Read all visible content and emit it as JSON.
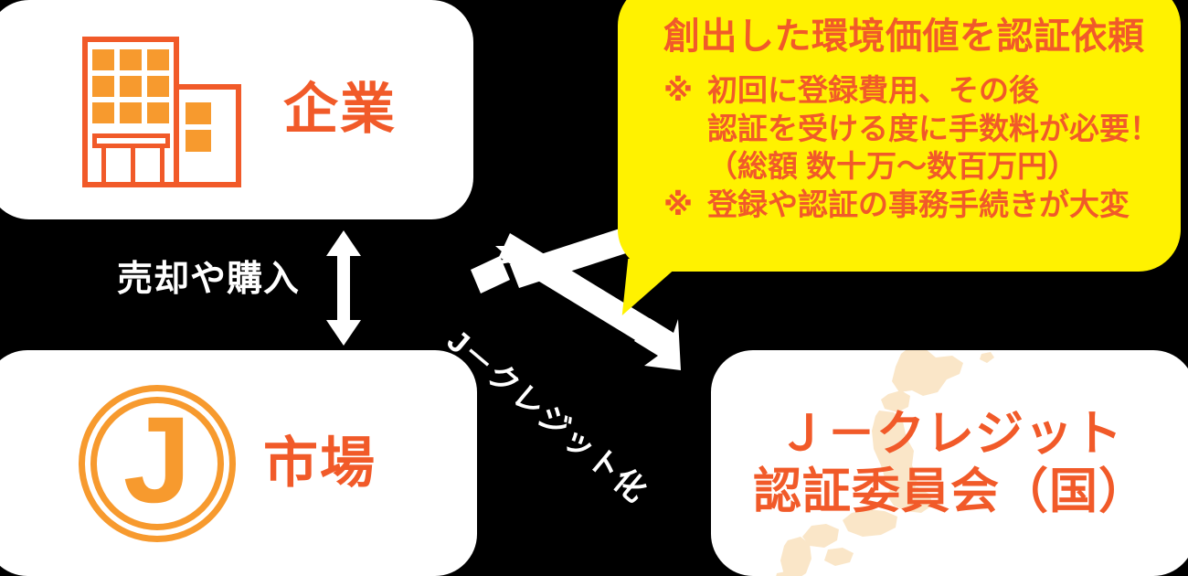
{
  "colors": {
    "background": "#000000",
    "card_bg": "#ffffff",
    "accent_orange_red": "#F15A29",
    "accent_orange_light": "#F79A2E",
    "callout_bg": "#FFF200",
    "map_fill": "#FAE6C8",
    "arrow_white": "#FFFFFF"
  },
  "nodes": {
    "company": {
      "label": "企業",
      "icon": "office-building-icon"
    },
    "market": {
      "label": "市場",
      "icon": "j-circle-logo-icon",
      "logo_letter": "J"
    },
    "committee": {
      "line1": "Ｊ－クレジット",
      "line2": "認証委員会（国）",
      "background_icon": "japan-map-icon"
    }
  },
  "edges": {
    "vertical": {
      "label": "売却や購入",
      "arrow": "double-headed-vertical-arrow"
    },
    "diagonal": {
      "label": "J－クレジット化",
      "arrow_to_company": "arrow-up-left",
      "arrow_to_committee": "arrow-down-right"
    }
  },
  "callout": {
    "title": "創出した環境価値を認証依頼",
    "lines": [
      {
        "mark": "※",
        "text": "初回に登録費用、その後",
        "indent": false
      },
      {
        "mark": "※",
        "text": "認証を受ける度に手数料が必要！",
        "indent": true
      },
      {
        "mark": "※",
        "text": "（総額 数十万〜数百万円）",
        "indent": true
      },
      {
        "mark": "※",
        "text": "登録や認証の事務手続きが大変",
        "indent": false
      }
    ]
  }
}
